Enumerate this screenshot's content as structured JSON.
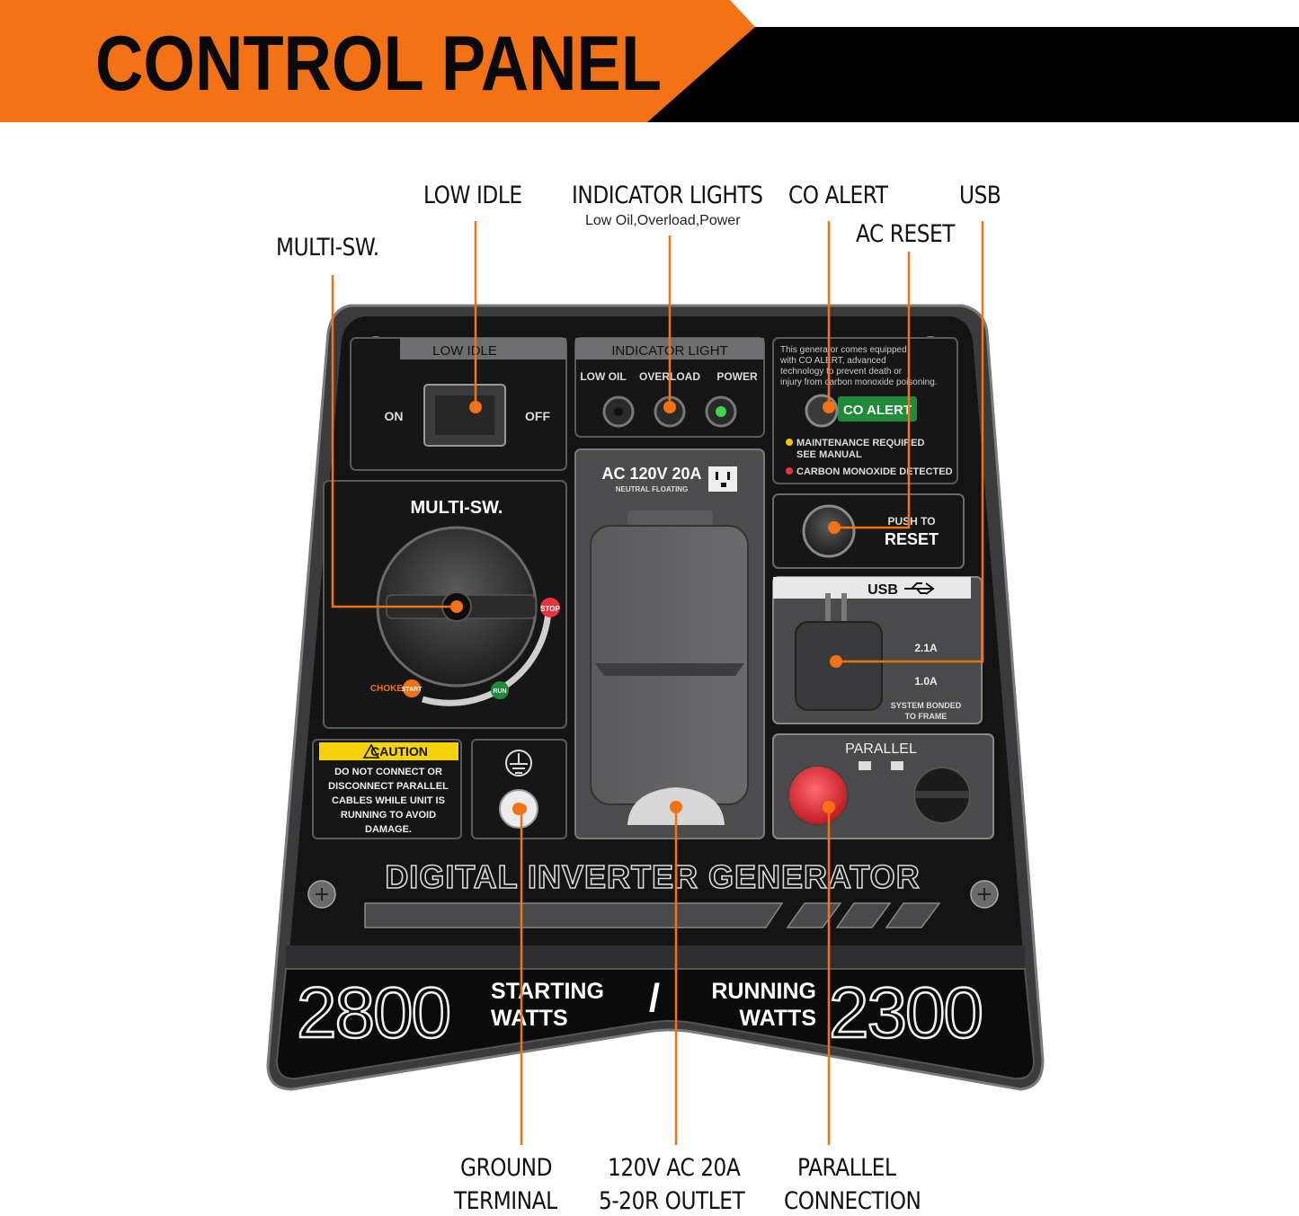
{
  "header": {
    "title": "CONTROL PANEL",
    "accent_color": "#f47216",
    "bar_color": "#000000"
  },
  "callouts": {
    "low_idle": "LOW IDLE",
    "indicator_lights": "INDICATOR LIGHTS",
    "indicator_lights_sub": "Low Oil,Overload,Power",
    "co_alert": "CO ALERT",
    "usb": "USB",
    "ac_reset": "AC RESET",
    "multi_sw": "MULTI-SW.",
    "ground_terminal_line1": "GROUND",
    "ground_terminal_line2": "TERMINAL",
    "outlet_line1": "120V AC 20A",
    "outlet_line2": "5-20R OUTLET",
    "parallel_line1": "PARALLEL",
    "parallel_line2": "CONNECTION"
  },
  "panel": {
    "low_idle": {
      "title": "LOW IDLE",
      "on": "ON",
      "off": "OFF"
    },
    "indicator": {
      "title": "INDICATOR LIGHT",
      "low_oil": "LOW OIL",
      "overload": "OVERLOAD",
      "power": "POWER"
    },
    "co": {
      "text_lines": [
        "This generator comes equipped",
        "with CO ALERT, advanced",
        "technology to prevent death or",
        "injury from carbon monoxide poisoning."
      ],
      "badge": "CO ALERT",
      "maintenance_line1": "MAINTENANCE REQUIRED",
      "maintenance_line2": "SEE MANUAL",
      "co_detected": "CARBON MONOXIDE DETECTED"
    },
    "reset": {
      "line1": "PUSH TO",
      "line2": "RESET"
    },
    "usb": {
      "title": "USB",
      "a21": "2.1A",
      "a10": "1.0A",
      "bonded_line1": "SYSTEM BONDED",
      "bonded_line2": "TO FRAME"
    },
    "multi_sw": {
      "title": "MULTI-SW.",
      "stop": "STOP",
      "choke": "CHOKE",
      "start": "START",
      "run": "RUN"
    },
    "caution": {
      "title": "CAUTION",
      "lines": [
        "DO NOT CONNECT OR",
        "DISCONNECT PARALLEL",
        "CABLES WHILE UNIT IS",
        "RUNNING TO AVOID",
        "DAMAGE."
      ]
    },
    "outlet": {
      "title": "AC 120V 20A",
      "sub": "NEUTRAL FLOATING"
    },
    "parallel": {
      "title": "PARALLEL"
    },
    "brand_line": "DIGITAL INVERTER GENERATOR",
    "starting_watts": "2800",
    "starting_label1": "STARTING",
    "starting_label2": "WATTS",
    "slash": "/",
    "running_label1": "RUNNING",
    "running_label2": "WATTS",
    "running_watts": "2300"
  },
  "colors": {
    "leader": "#f47216",
    "panel_dark": "#141414",
    "panel_frame": "#3a3a3c",
    "power_led": "#3cd64b",
    "co_badge": "#1f8a3a",
    "caution_yellow": "#f5d20a",
    "parallel_red": "#e8323c"
  }
}
